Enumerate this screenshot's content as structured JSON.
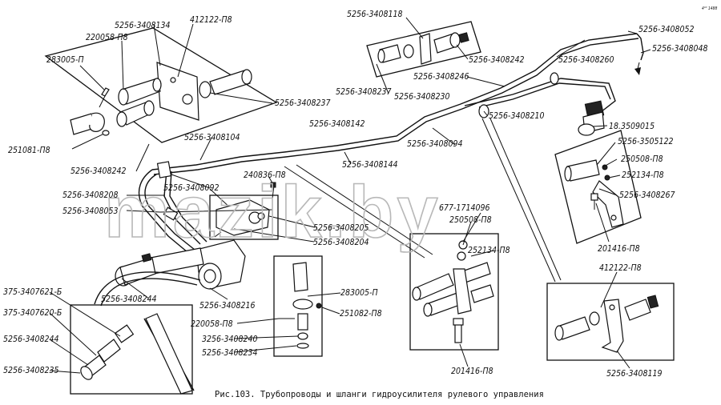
{
  "labels": {
    "l_5256_3408118": "5256-3408118",
    "l_5256_3408052": "5256-3408052",
    "l_5256_3408134": "5256-3408134",
    "l_412122_p8_top": "412122-П8",
    "l_220058_p8_top": "220058-П8",
    "l_5256_3408048": "5256-3408048",
    "l_283005_p_top": "283005-П",
    "l_5256_3408242_top": "5256-3408242",
    "l_5256_3408260": "5256-3408260",
    "l_5256_3408246": "5256-3408246",
    "l_5256_3408237_a": "5256-3408237",
    "l_5256_3408237_b": "5256-3408237",
    "l_5256_3408230": "5256-3408230",
    "l_5256_3408210": "5256-3408210",
    "l_5256_3408142": "5256-3408142",
    "l_18_3509015": "18.3509015",
    "l_251081_p8": "251081-П8",
    "l_5256_3408094": "5256-3408094",
    "l_5256_3505122": "5256-3505122",
    "l_5256_3408104": "5256-3408104",
    "l_5256_3408144": "5256-3408144",
    "l_250508_p8_r": "250508-П8",
    "l_5256_3408242_mid": "5256-3408242",
    "l_252134_p8_r": "252134-П8",
    "l_240836_p8": "240836-П8",
    "l_5256_3408092": "5256-3408092",
    "l_5256_3408267": "5256-3408267",
    "l_5256_3408208": "5256-3408208",
    "l_5256_3408053": "5256-3408053",
    "l_677_1714096": "677-1714096",
    "l_250508_p8_c": "250508-П8",
    "l_5256_3408205": "5256-3408205",
    "l_5256_3408204": "5256-3408204",
    "l_252134_p8_c": "252134-П8",
    "l_201416_p8_r": "201416-П8",
    "l_412122_p8_r": "412122-П8",
    "l_375_3407621": "375-3407621-Б",
    "l_5256_3408244_a": "5256-3408244",
    "l_5256_3408216": "5256-3408216",
    "l_283005_p_c": "283005-П",
    "l_375_3407620": "375-3407620-Б",
    "l_251082_p8": "251082-П8",
    "l_220058_p8_c": "220058-П8",
    "l_5256_3408244_b": "5256-3408244",
    "l_3256_3408240": "3256-3408240",
    "l_5256_3408234": "5256-3408234",
    "l_5256_3408235": "5256-3408235",
    "l_201416_p8_c": "201416-П8",
    "l_5256_3408119": "5256-3408119"
  },
  "caption": "Рис.103. Трубопроводы и шланги гидроусилителя рулевого управления",
  "watermark": "mazik.by",
  "corner_mark": "4¹⁰ 1488",
  "colors": {
    "ink": "#111111",
    "watermark": "#b8b8b8",
    "paper": "#ffffff"
  }
}
